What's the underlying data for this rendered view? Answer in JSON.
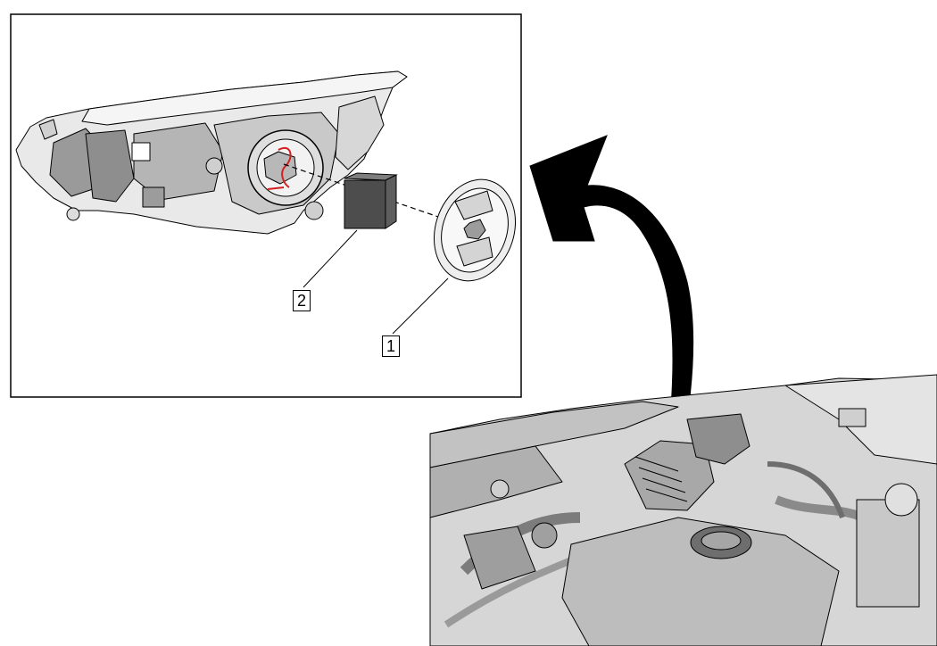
{
  "callouts": [
    {
      "number": "1",
      "part": "headlamp-bulb-cover"
    },
    {
      "number": "2",
      "part": "hid-ballast-module"
    }
  ],
  "colors": {
    "line": "#000000",
    "part_light": "#e6e6e6",
    "part_mid": "#c4c4c4",
    "part_dark": "#7a7a7a",
    "module": "#4d4d4d",
    "wire": "#d42020",
    "arrow": "#000000"
  }
}
